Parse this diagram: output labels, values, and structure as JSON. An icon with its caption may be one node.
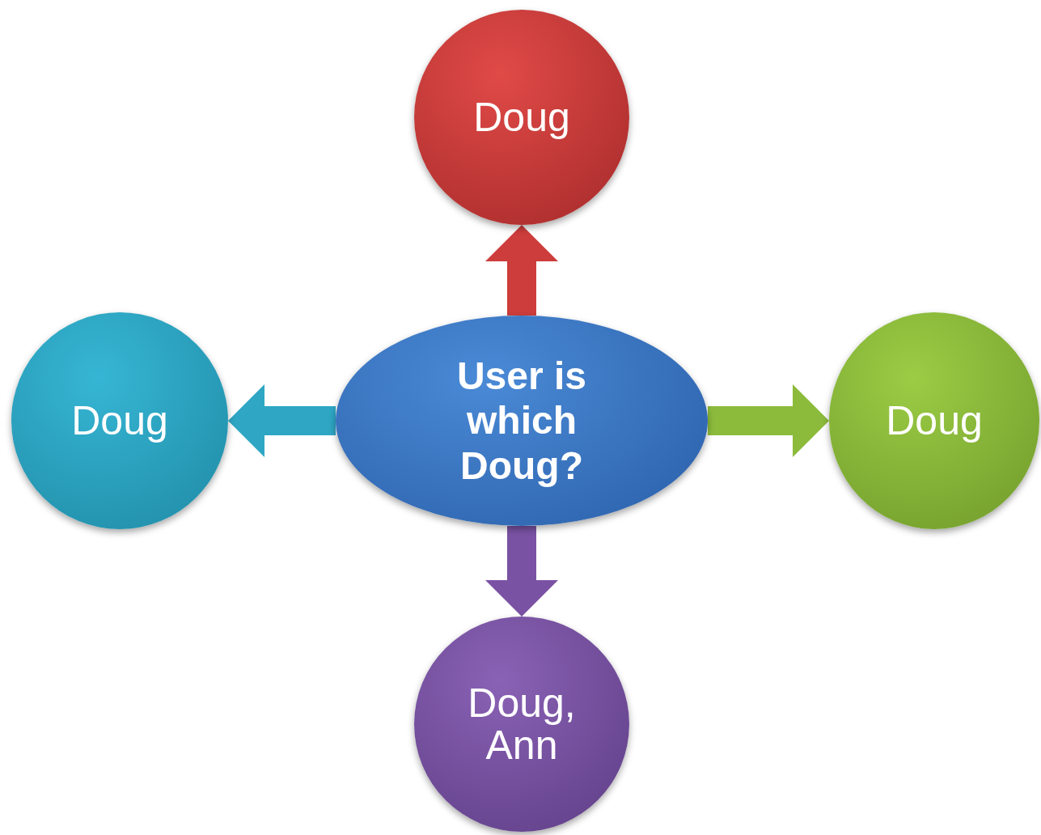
{
  "diagram": {
    "nodes": [
      {
        "text": [
          "Doug"
        ]
      },
      {
        "text": [
          "Doug"
        ]
      },
      {
        "text": [
          "User is which Doug?"
        ]
      },
      {
        "text": [
          "Doug"
        ]
      },
      {
        "text": [
          "Doug, Ann"
        ]
      }
    ],
    "edges": [
      {
        "from": 2,
        "to": 0,
        "arrow": "to",
        "color": "#cc3d3b"
      },
      {
        "from": 2,
        "to": 1,
        "arrow": "to",
        "color": "#2ea6c4"
      },
      {
        "from": 2,
        "to": 3,
        "arrow": "to",
        "color": "#8cbb3c"
      },
      {
        "from": 2,
        "to": 4,
        "arrow": "to",
        "color": "#7a52a3"
      }
    ]
  }
}
